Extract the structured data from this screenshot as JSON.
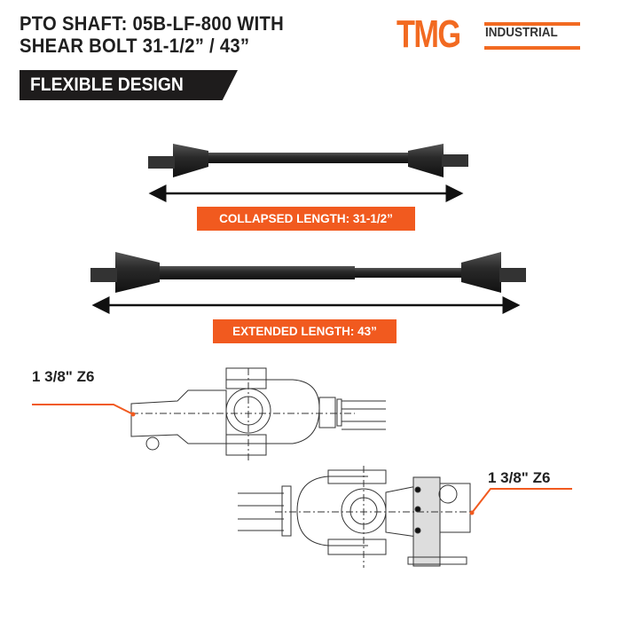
{
  "header": {
    "title_line1": "PTO SHAFT: 05B-LF-800 WITH",
    "title_line2": "SHEAR BOLT 31-1/2” / 43”",
    "banner": "FLEXIBLE DESIGN"
  },
  "logo": {
    "brand": "TMG",
    "sub": "INDUSTRIAL",
    "color": "#f26a21"
  },
  "shafts": {
    "collapsed_label": "COLLAPSED LENGTH: 31-1/2”",
    "extended_label": "EXTENDED LENGTH: 43”"
  },
  "diagrams": {
    "top_spec": "1 3/8\" Z6",
    "bottom_spec": "1 3/8\" Z6"
  },
  "colors": {
    "accent": "#f15a1f",
    "dark": "#1e1c1c"
  }
}
